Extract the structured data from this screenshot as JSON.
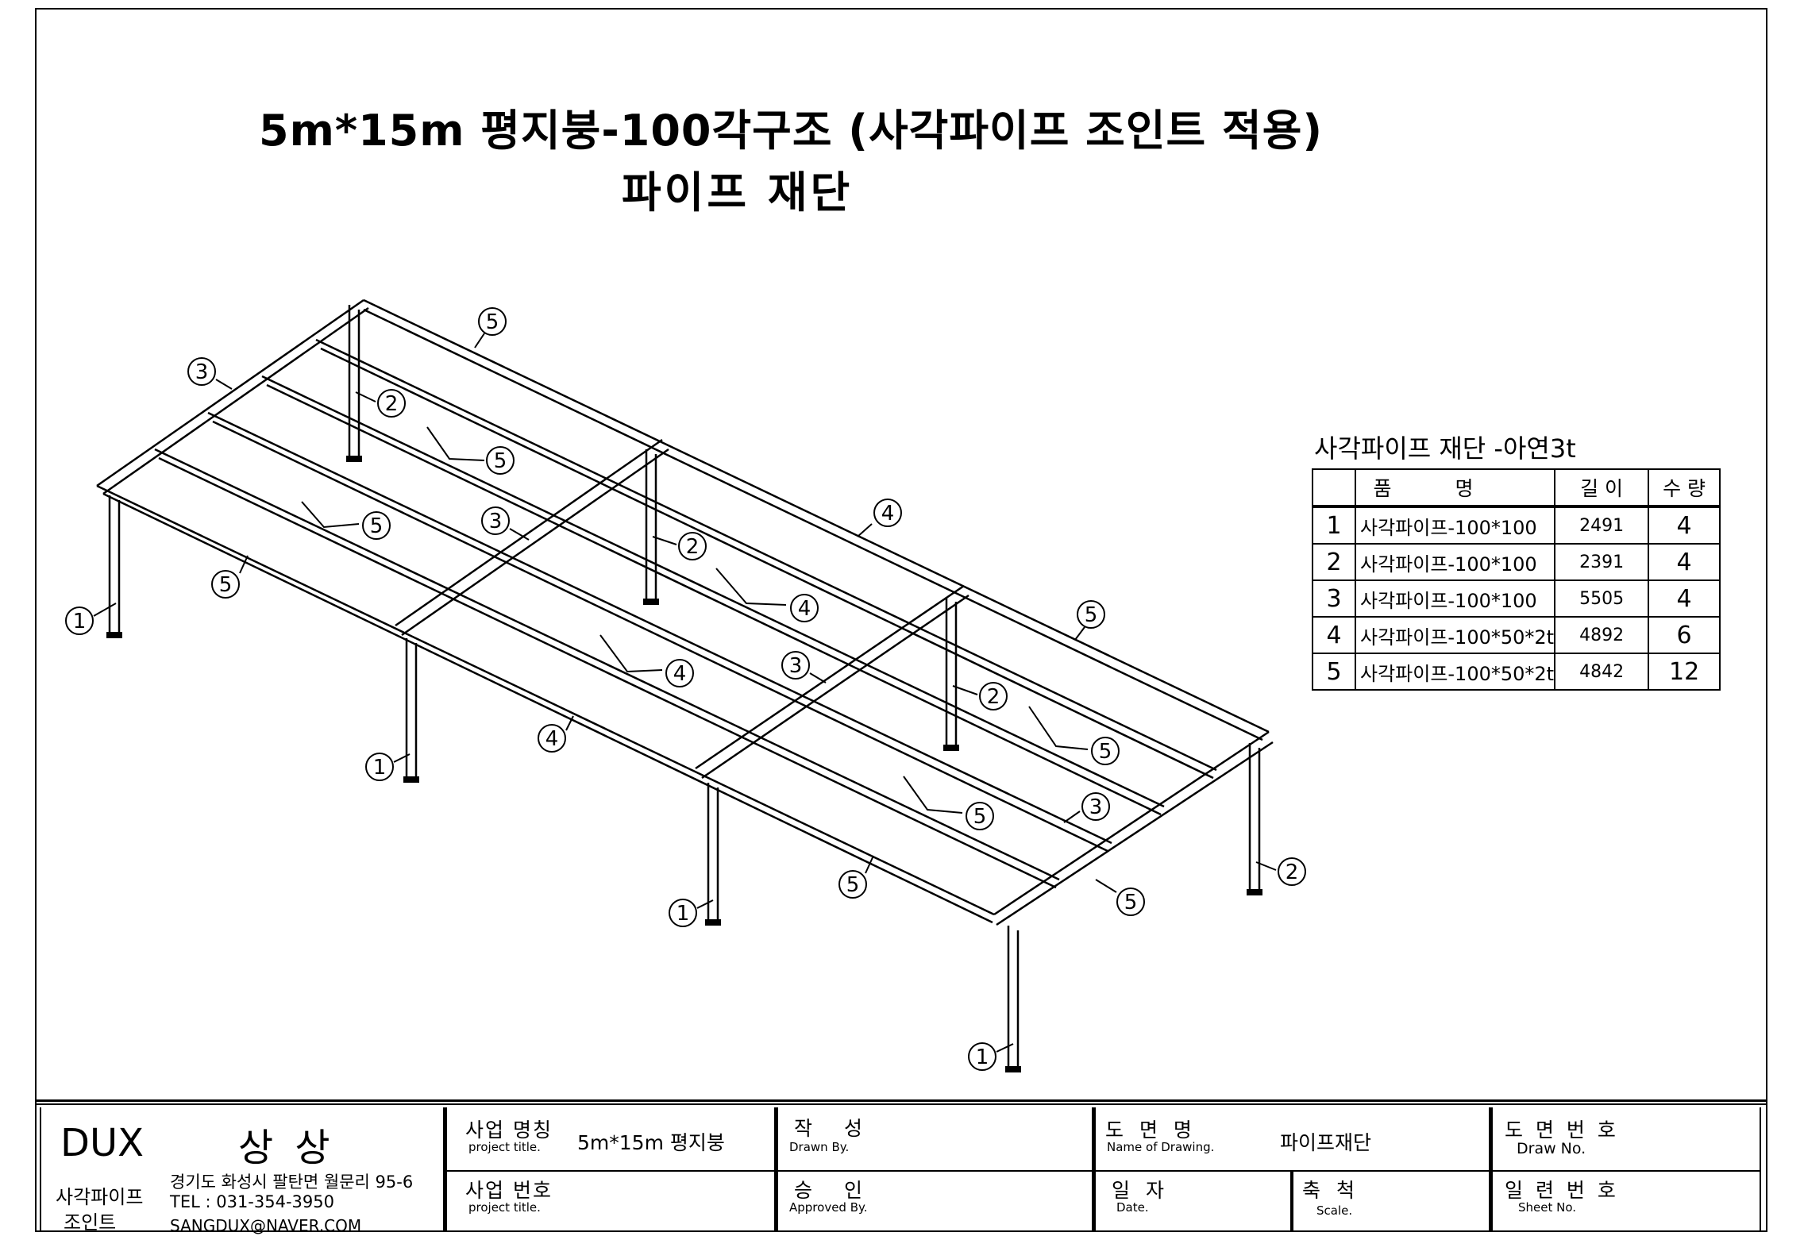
{
  "title": {
    "line1": "5m*15m 평지붕-100각구조 (사각파이프 조인트 적용)",
    "line2": "파이프 재단"
  },
  "callout_labels": [
    "1",
    "2",
    "3",
    "4",
    "5"
  ],
  "cut_list": {
    "title": "사각파이프 재단 -아연3t",
    "headers": {
      "no": "",
      "name": "품명",
      "length": "길 이",
      "qty": "수 량"
    },
    "rows": [
      {
        "no": "1",
        "name": "사각파이프-100*100",
        "length": "2491",
        "qty": "4"
      },
      {
        "no": "2",
        "name": "사각파이프-100*100",
        "length": "2391",
        "qty": "4"
      },
      {
        "no": "3",
        "name": "사각파이프-100*100",
        "length": "5505",
        "qty": "4"
      },
      {
        "no": "4",
        "name": "사각파이프-100*50*2t",
        "length": "4892",
        "qty": "6"
      },
      {
        "no": "5",
        "name": "사각파이프-100*50*2t",
        "length": "4842",
        "qty": "12"
      }
    ]
  },
  "title_block": {
    "company": "DUX",
    "company_name": "상 상",
    "product_line1": "사각파이프",
    "product_line2": "조인트",
    "address": "경기도 화성시 팔탄면 월문리 95-6",
    "tel": "TEL : 031-354-3950",
    "email": "SANGDUX@NAVER.COM",
    "project_title_kr": "사업 명칭",
    "project_title_en": "project title.",
    "project_title_value": "5m*15m 평지붕",
    "project_no_kr": "사업 번호",
    "project_no_en": "project title.",
    "drawn_kr": "작 성",
    "drawn_en": "Drawn By.",
    "approved_kr": "승 인",
    "approved_en": "Approved By.",
    "drawing_name_kr": "도 면 명",
    "drawing_name_en": "Name of Drawing.",
    "drawing_name_value": "파이프재단",
    "date_kr": "일 자",
    "date_en": "Date.",
    "scale_kr": "축 척",
    "scale_en": "Scale.",
    "draw_no_kr": "도 면 번 호",
    "draw_no_en": "Draw No.",
    "sheet_no_kr": "일 련 번 호",
    "sheet_no_en": "Sheet No."
  }
}
